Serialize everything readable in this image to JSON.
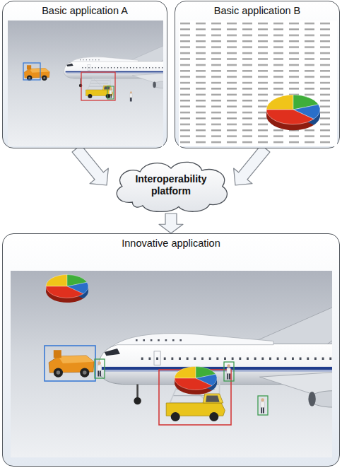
{
  "diagram": {
    "nodes": [
      {
        "text": [
          "Basic application A"
        ]
      },
      {
        "text": [
          "Basic application B"
        ]
      },
      {
        "text": [
          "Interoperability platform"
        ]
      },
      {
        "text": [
          "Innovative application"
        ]
      }
    ],
    "edges": [
      {
        "from": 0,
        "to": 2,
        "arrow": "to"
      },
      {
        "from": 1,
        "to": 2,
        "arrow": "to"
      },
      {
        "from": 2,
        "to": 3,
        "arrow": "to"
      }
    ]
  }
}
